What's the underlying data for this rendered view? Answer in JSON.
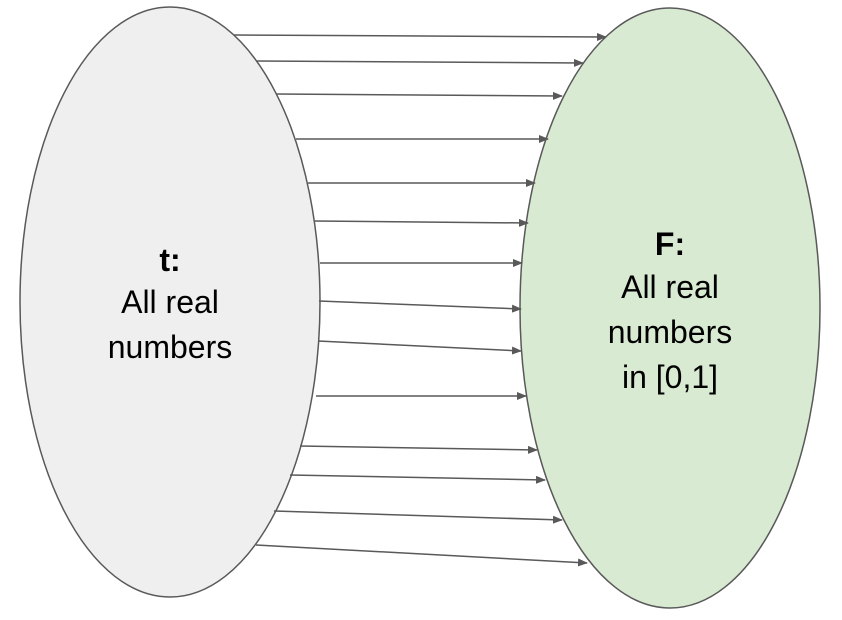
{
  "domain_set": {
    "name": "t:",
    "description_lines": [
      "All real",
      "numbers"
    ],
    "fill": "#efefef",
    "stroke": "#595959"
  },
  "codomain_set": {
    "name": "F:",
    "description_lines": [
      "All real",
      "numbers",
      "in [0,1]"
    ],
    "fill": "#d9ead3",
    "stroke": "#595959"
  },
  "arrow_color": "#595959"
}
